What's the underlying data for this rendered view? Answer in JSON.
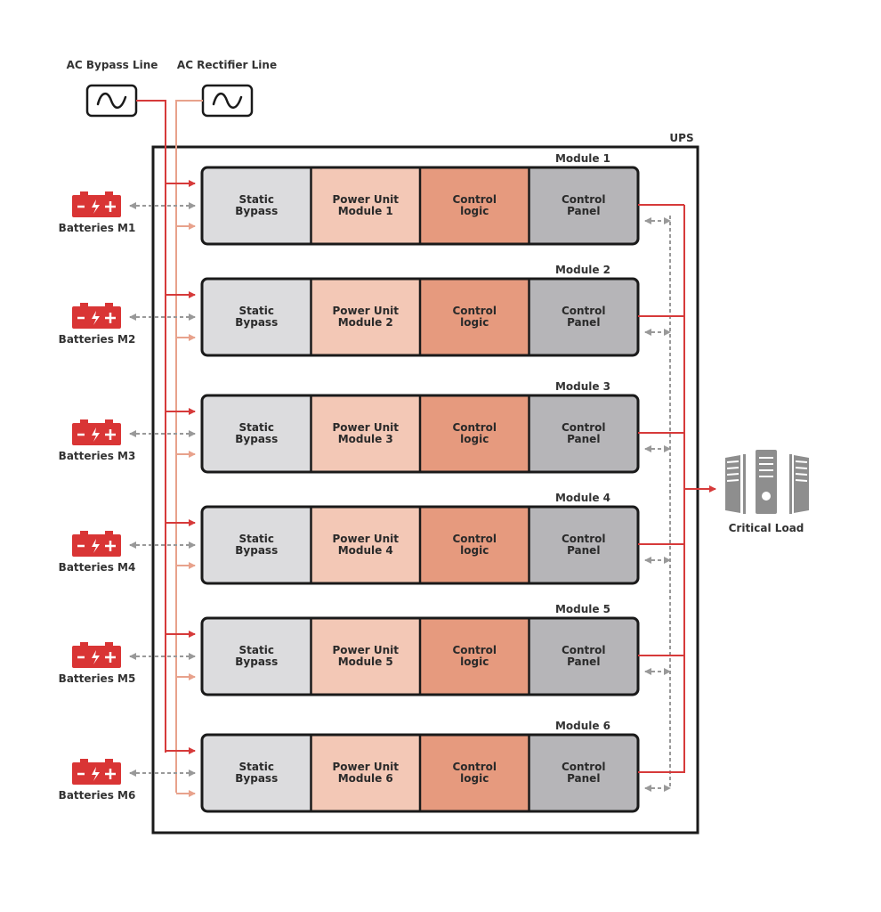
{
  "sources": [
    {
      "label": "AC Bypass Line",
      "icon": "ac-sine-icon",
      "color": "#d63a3a"
    },
    {
      "label": "AC Rectifier Line",
      "icon": "ac-sine-icon",
      "color": "#e8a28c"
    }
  ],
  "ups": {
    "label": "UPS"
  },
  "modules": [
    {
      "title": "Module 1",
      "battery": "Batteries M1",
      "cells": [
        [
          "Static",
          "Bypass"
        ],
        [
          "Power Unit",
          "Module 1"
        ],
        [
          "Control",
          "logic"
        ],
        [
          "Control",
          "Panel"
        ]
      ]
    },
    {
      "title": "Module 2",
      "battery": "Batteries M2",
      "cells": [
        [
          "Static",
          "Bypass"
        ],
        [
          "Power Unit",
          "Module 2"
        ],
        [
          "Control",
          "logic"
        ],
        [
          "Control",
          "Panel"
        ]
      ]
    },
    {
      "title": "Module 3",
      "battery": "Batteries M3",
      "cells": [
        [
          "Static",
          "Bypass"
        ],
        [
          "Power Unit",
          "Module 3"
        ],
        [
          "Control",
          "logic"
        ],
        [
          "Control",
          "Panel"
        ]
      ]
    },
    {
      "title": "Module 4",
      "battery": "Batteries M4",
      "cells": [
        [
          "Static",
          "Bypass"
        ],
        [
          "Power Unit",
          "Module 4"
        ],
        [
          "Control",
          "logic"
        ],
        [
          "Control",
          "Panel"
        ]
      ]
    },
    {
      "title": "Module 5",
      "battery": "Batteries M5",
      "cells": [
        [
          "Static",
          "Bypass"
        ],
        [
          "Power Unit",
          "Module 5"
        ],
        [
          "Control",
          "logic"
        ],
        [
          "Control",
          "Panel"
        ]
      ]
    },
    {
      "title": "Module 6",
      "battery": "Batteries M6",
      "cells": [
        [
          "Static",
          "Bypass"
        ],
        [
          "Power Unit",
          "Module 6"
        ],
        [
          "Control",
          "logic"
        ],
        [
          "Control",
          "Panel"
        ]
      ]
    }
  ],
  "load": {
    "label": "Critical Load",
    "icon": "server-rack-icon"
  },
  "colors": {
    "bypass_line": "#d63a3a",
    "rectifier_line": "#e8a28c",
    "output_line": "#d63a3a",
    "comm_line": "#999999",
    "battery": "#d93535",
    "server": "#8e8e8e",
    "cell_fills": [
      "#dcdcde",
      "#f3c8b6",
      "#e69a7e",
      "#b6b5b8"
    ],
    "frame": "#1a1a1a"
  }
}
